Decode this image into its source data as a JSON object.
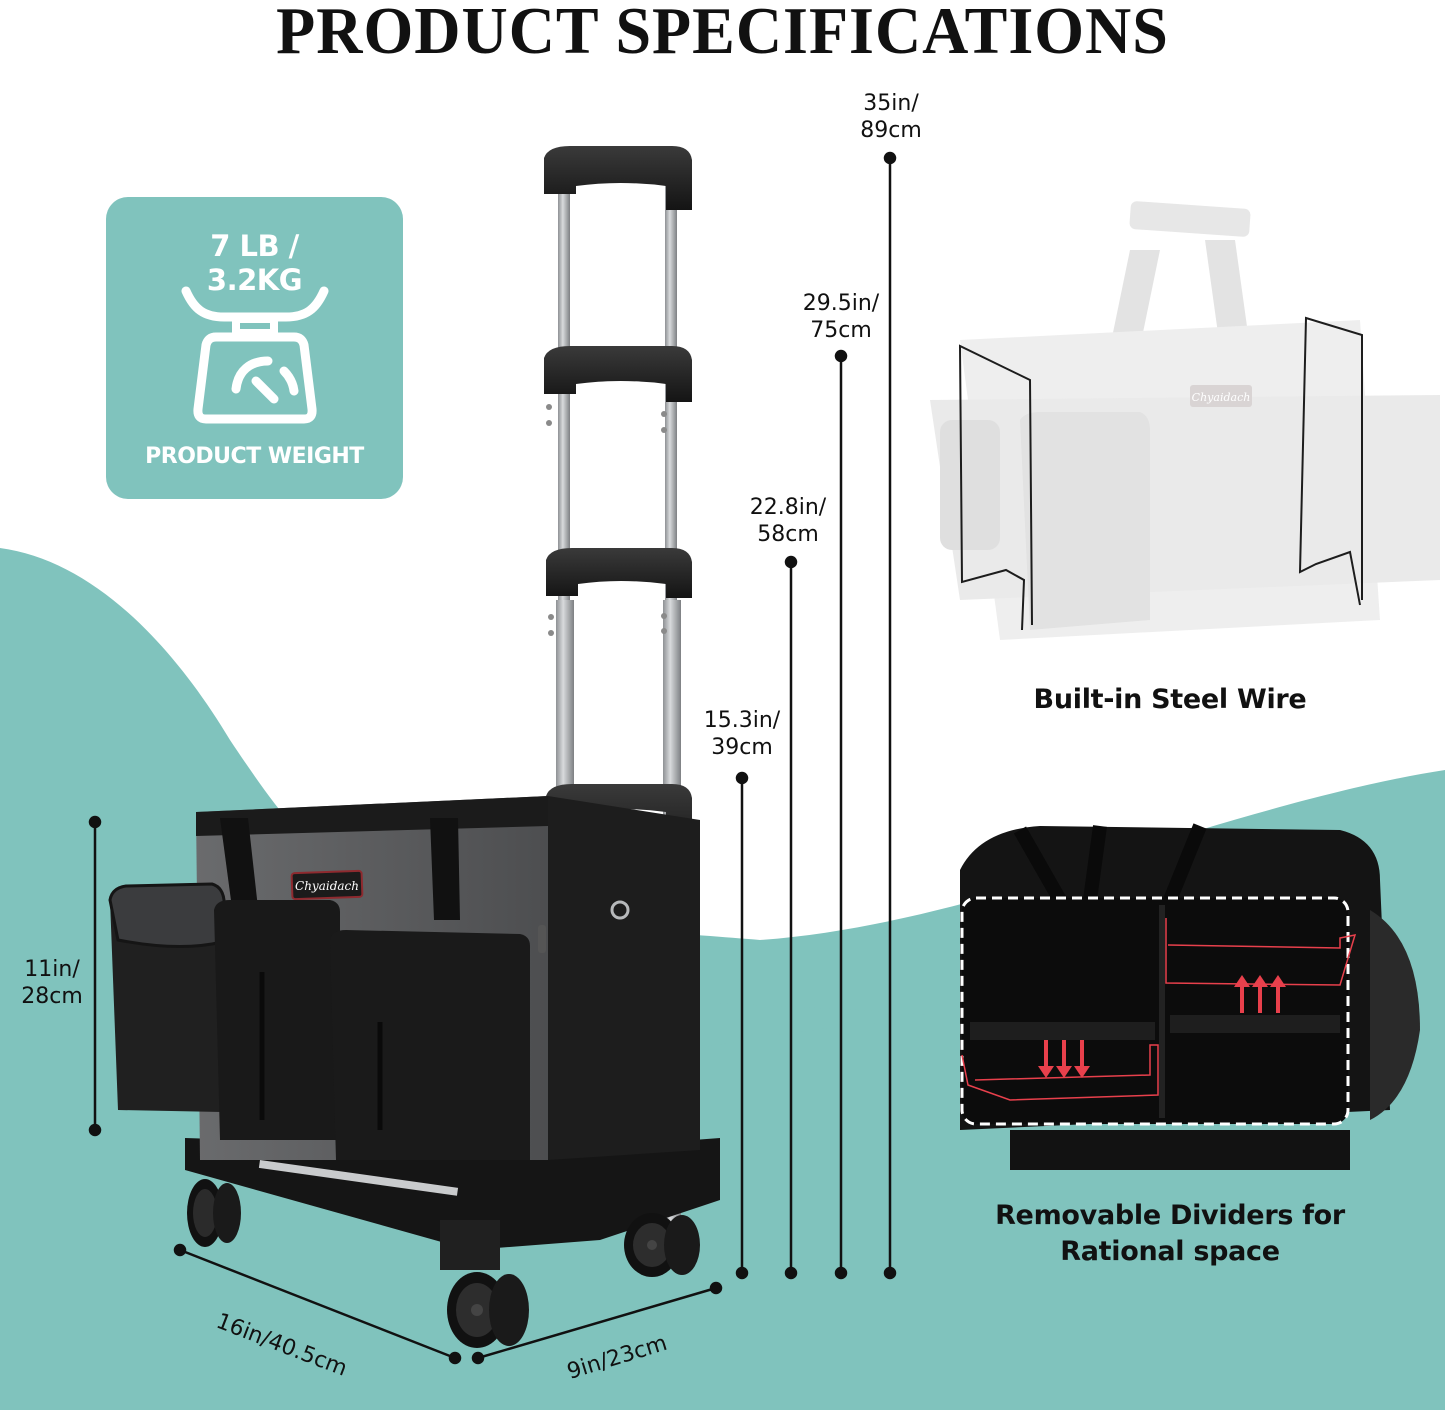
{
  "page": {
    "title": "PRODUCT SPECIFICATIONS",
    "colors": {
      "teal": "#80c3bd",
      "text": "#111111",
      "bag_gray": "#5c5d5f",
      "bag_black": "#1a1a1a",
      "frame_silver": "#b9bcbf",
      "divider_red": "#e8404c",
      "background": "#ffffff"
    }
  },
  "weight_card": {
    "weight_lb": "7 LB /",
    "weight_kg": "3.2KG",
    "label": "PRODUCT WEIGHT",
    "icon": "kitchen-scale-icon"
  },
  "dimensions": {
    "handle_heights": [
      {
        "id": "h1",
        "in": "15.3in/",
        "cm": "39cm"
      },
      {
        "id": "h2",
        "in": "22.8in/",
        "cm": "58cm"
      },
      {
        "id": "h3",
        "in": "29.5in/",
        "cm": "75cm"
      },
      {
        "id": "h4",
        "in": "35in/",
        "cm": "89cm"
      }
    ],
    "bag_height": {
      "in": "11in/",
      "cm": "28cm"
    },
    "length": "16in/40.5cm",
    "width": "9in/23cm"
  },
  "product": {
    "brand": "Chyaidach",
    "handle_positions": 4,
    "wheels": 4
  },
  "features": [
    {
      "id": "steel-wire",
      "caption": "Built-in Steel Wire"
    },
    {
      "id": "dividers",
      "caption_line1": "Removable Dividers for",
      "caption_line2": "Rational space"
    }
  ]
}
